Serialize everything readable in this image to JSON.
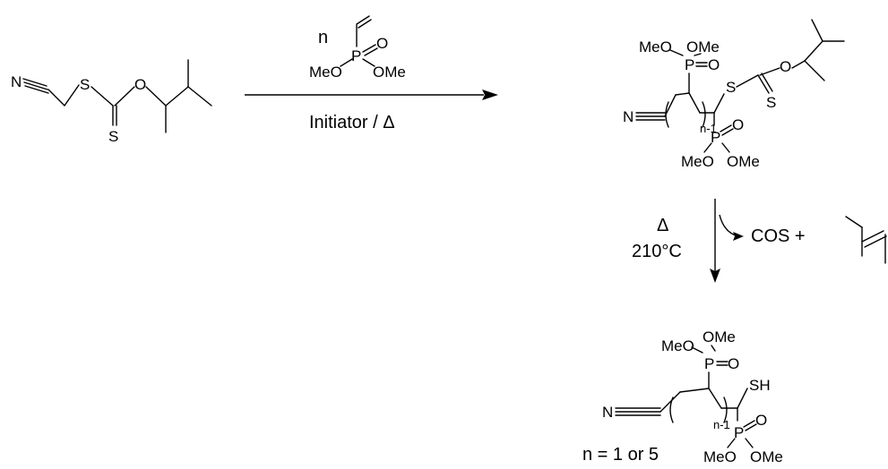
{
  "reagent": {
    "n": "n",
    "P": "P",
    "O": "O",
    "MeO": "MeO",
    "OMe": "OMe"
  },
  "conditions": {
    "reaction1": "Initiator / Δ",
    "delta": "Δ",
    "temperature": "210°C",
    "byproduct": "COS +"
  },
  "start_material": {
    "N": "N",
    "S1": "S",
    "O": "O",
    "S2": "S"
  },
  "product1": {
    "MeO_top": "MeO",
    "OMe_top": "OMe",
    "P_top": "P",
    "O_top": "O",
    "S_link": "S",
    "O_ester": "O",
    "S_thione": "S",
    "N": "N",
    "n1": "n-1",
    "P_bot": "P",
    "O_bot": "O",
    "MeO_bot": "MeO",
    "OMe_bot": "OMe"
  },
  "product2": {
    "MeO_top": "MeO",
    "OMe_top": "OMe",
    "P_top": "P",
    "O_top": "O",
    "SH": "SH",
    "N": "N",
    "n1": "n-1",
    "P_bot": "P",
    "O_bot": "O",
    "MeO_bot": "MeO",
    "OMe_bot": "OMe",
    "note": "n = 1 or 5"
  }
}
